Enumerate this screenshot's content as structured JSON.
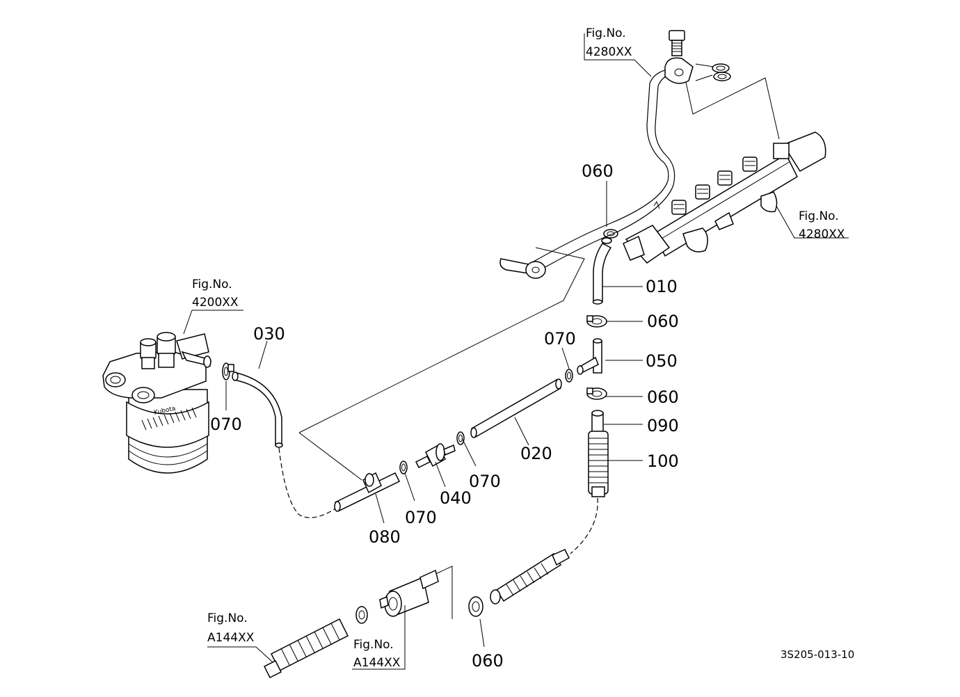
{
  "parts": [
    {
      "id": "p010",
      "label": "010"
    },
    {
      "id": "p020",
      "label": "020"
    },
    {
      "id": "p030",
      "label": "030"
    },
    {
      "id": "p040",
      "label": "040"
    },
    {
      "id": "p050",
      "label": "050"
    },
    {
      "id": "p060a",
      "label": "060"
    },
    {
      "id": "p060b",
      "label": "060"
    },
    {
      "id": "p060c",
      "label": "060"
    },
    {
      "id": "p060d",
      "label": "060"
    },
    {
      "id": "p070a",
      "label": "070"
    },
    {
      "id": "p070b",
      "label": "070"
    },
    {
      "id": "p070c",
      "label": "070"
    },
    {
      "id": "p070d",
      "label": "070"
    },
    {
      "id": "p080",
      "label": "080"
    },
    {
      "id": "p090",
      "label": "090"
    },
    {
      "id": "p100",
      "label": "100"
    }
  ],
  "fig_refs": [
    {
      "id": "f1",
      "title": "Fig.No.",
      "code": "4280XX"
    },
    {
      "id": "f2",
      "title": "Fig.No.",
      "code": "4280XX"
    },
    {
      "id": "f3",
      "title": "Fig.No.",
      "code": "4200XX"
    },
    {
      "id": "f4",
      "title": "Fig.No.",
      "code": "A144XX"
    },
    {
      "id": "f5",
      "title": "Fig.No.",
      "code": "A144XX"
    }
  ],
  "filter_brand": "Kubota",
  "drawing_code": "3S205-013-10"
}
